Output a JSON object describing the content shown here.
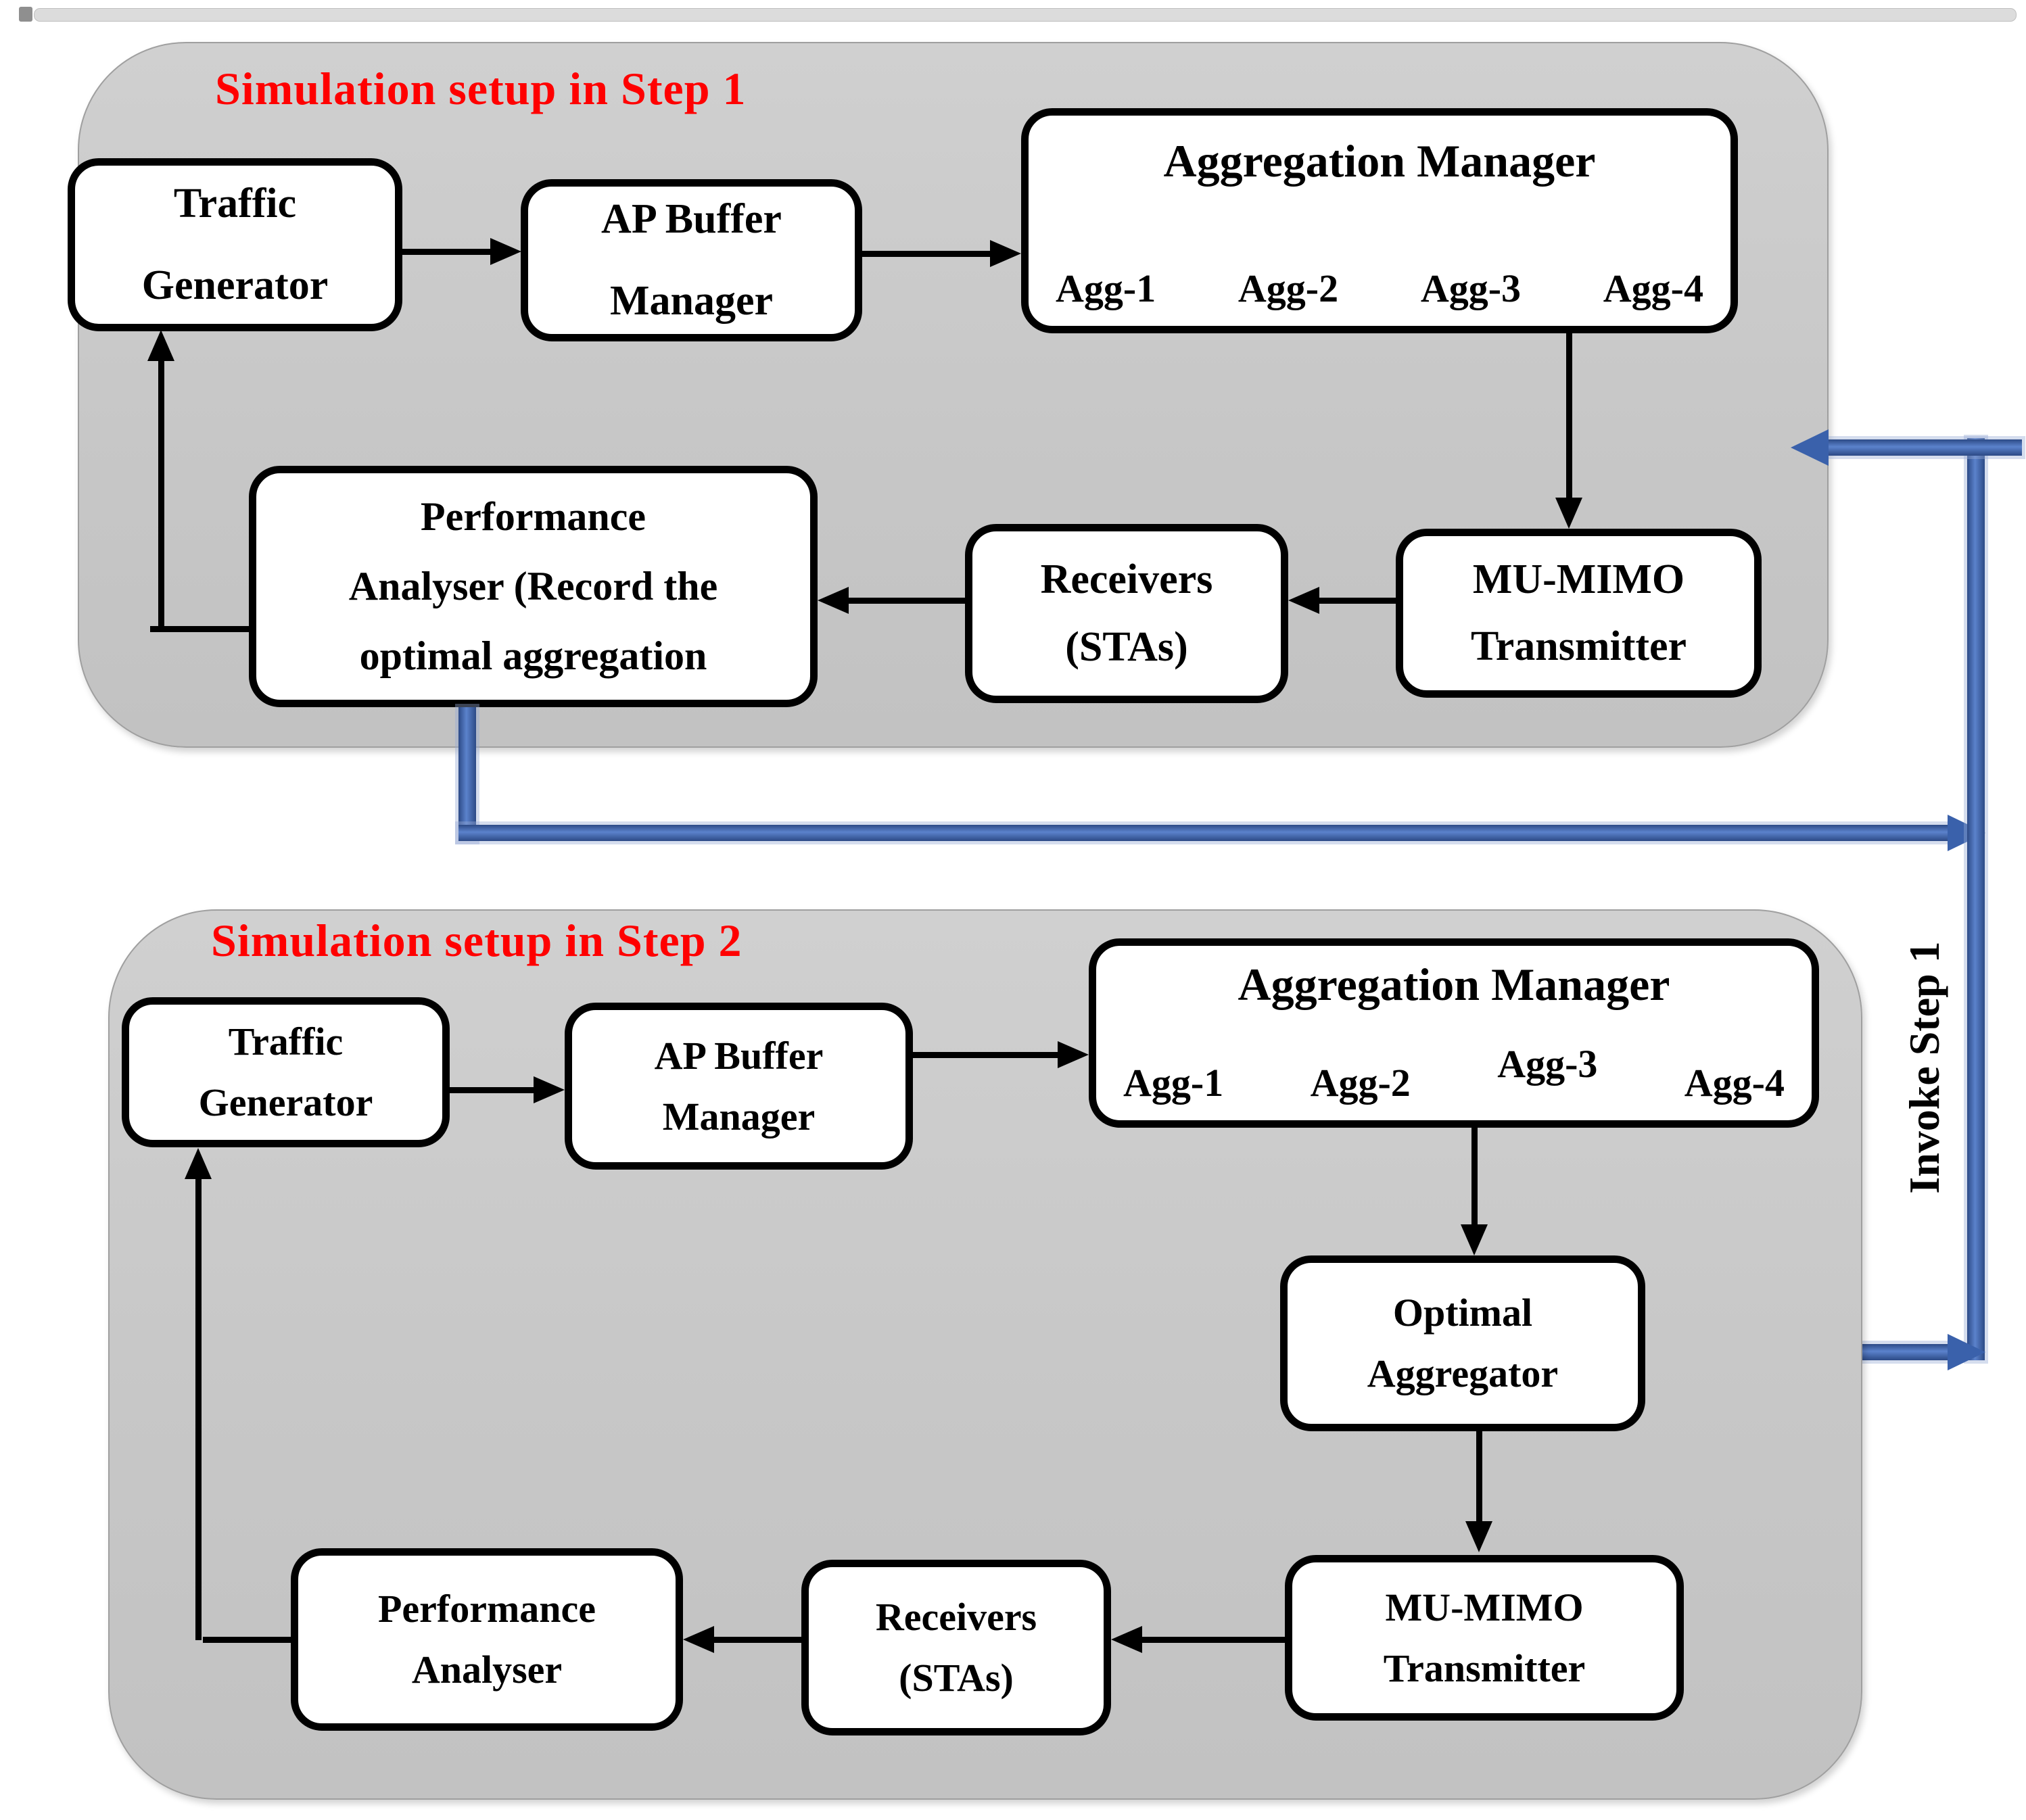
{
  "colors": {
    "title_red": "#ff0000",
    "connector_blue": "#3a61ab",
    "panel_gray": "#c7c7c7",
    "node_border": "#000000"
  },
  "invoke_label": "Invoke Step 1",
  "step1": {
    "title": "Simulation setup in Step 1",
    "nodes": {
      "traffic_generator": {
        "line1": "Traffic",
        "line2": "Generator"
      },
      "ap_buffer_manager": {
        "line1": "AP Buffer",
        "line2": "Manager"
      },
      "aggregation_manager": {
        "title": "Aggregation Manager",
        "aggregators": [
          "Agg-1",
          "Agg-2",
          "Agg-3",
          "Agg-4"
        ]
      },
      "mu_mimo_transmitter": {
        "line1": "MU-MIMO",
        "line2": "Transmitter"
      },
      "receivers": {
        "line1": "Receivers",
        "line2": "(STAs)"
      },
      "performance_analyser": {
        "line1": "Performance",
        "line2": "Analyser (Record the",
        "line3": "optimal aggregation"
      }
    }
  },
  "step2": {
    "title": "Simulation setup in Step 2",
    "nodes": {
      "traffic_generator": {
        "line1": "Traffic",
        "line2": "Generator"
      },
      "ap_buffer_manager": {
        "line1": "AP Buffer",
        "line2": "Manager"
      },
      "aggregation_manager": {
        "title": "Aggregation Manager",
        "aggregators": [
          "Agg-1",
          "Agg-2",
          "Agg-3",
          "Agg-4"
        ]
      },
      "optimal_aggregator": {
        "line1": "Optimal",
        "line2": "Aggregator"
      },
      "mu_mimo_transmitter": {
        "line1": "MU-MIMO",
        "line2": "Transmitter"
      },
      "receivers": {
        "line1": "Receivers",
        "line2": "(STAs)"
      },
      "performance_analyser": {
        "line1": "Performance",
        "line2": "Analyser"
      }
    }
  }
}
